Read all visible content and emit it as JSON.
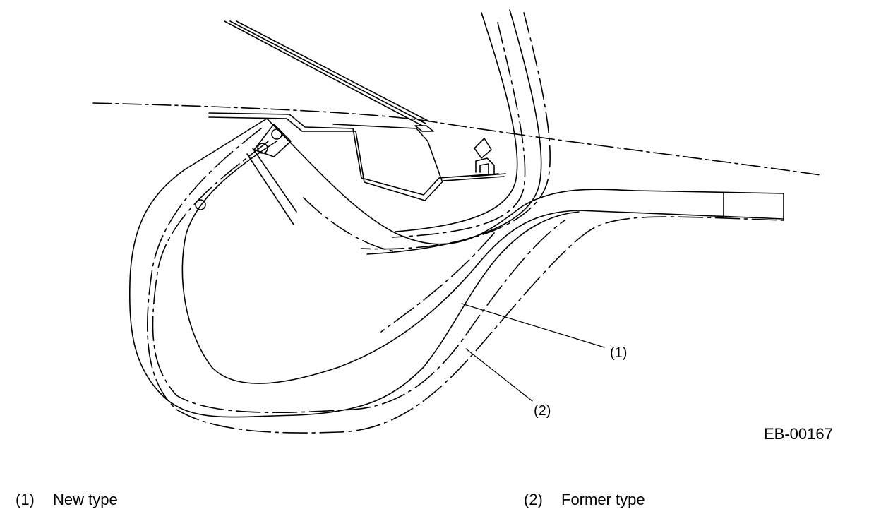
{
  "diagram": {
    "callouts": [
      "(1)",
      "(2)"
    ],
    "figure_code": "EB-00167"
  },
  "legend": [
    {
      "num": "(1)",
      "text": "New type"
    },
    {
      "num": "(2)",
      "text": "Former type"
    }
  ]
}
